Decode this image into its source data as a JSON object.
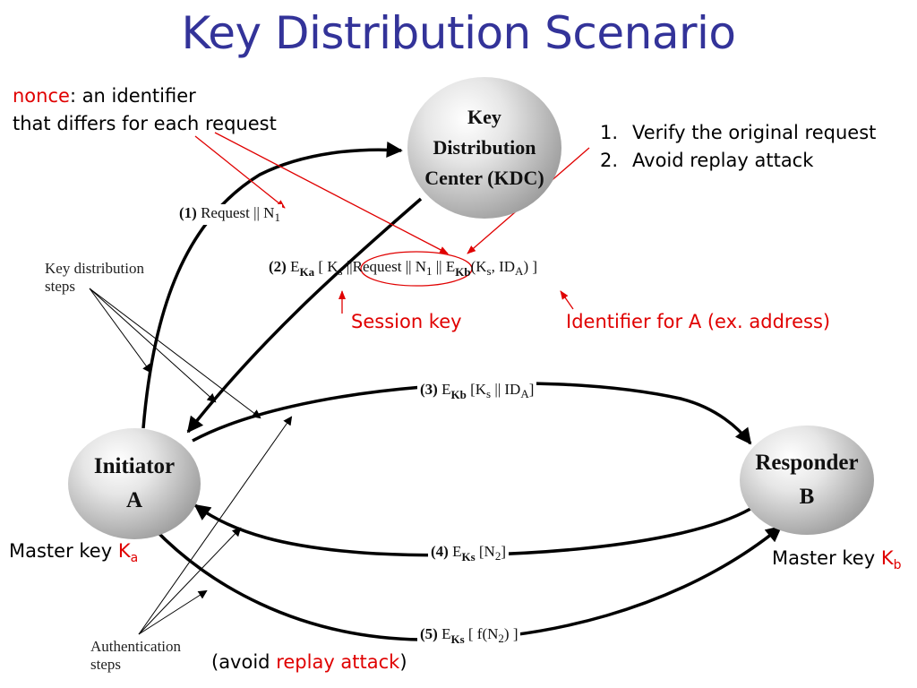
{
  "title": "Key Distribution Scenario",
  "nonce_note": {
    "term": "nonce",
    "rest_line1": ": an identifier",
    "line2": "that differs for each request"
  },
  "verify_list": [
    {
      "num": "1.",
      "text": "Verify the original request"
    },
    {
      "num": "2.",
      "text": "Avoid replay attack"
    }
  ],
  "nodes": {
    "kdc": [
      "Key",
      "Distribution",
      "Center (KDC)"
    ],
    "initiator": [
      "Initiator",
      "A"
    ],
    "responder": [
      "Responder",
      "B"
    ]
  },
  "messages": {
    "m1": {
      "num": "(1)",
      "text": "Request || N",
      "sub": "1"
    },
    "m2": {
      "num": "(2)",
      "e": "E",
      "e_sub": "Ka",
      "open": "[ K",
      "ks_sub": "s",
      "sep": "||",
      "req": "Request || N",
      "req_sub": "1",
      "close_sep": "||",
      "e2": "E",
      "e2_sub": "Kb",
      "tail_a": "(K",
      "tail_sub": "s",
      "tail_b": ", ID",
      "tail_sub2": "A",
      "end": ") ]"
    },
    "m3": {
      "num": "(3)",
      "e": "E",
      "e_sub": "Kb",
      "body": "[K",
      "ks_sub": "s",
      "mid": " || ID",
      "id_sub": "A",
      "end": "]"
    },
    "m4": {
      "num": "(4)",
      "e": "E",
      "e_sub": "Ks",
      "body": "[N",
      "n_sub": "2",
      "end": "]"
    },
    "m5": {
      "num": "(5)",
      "e": "E",
      "e_sub": "Ks",
      "body": "[ f(N",
      "n_sub": "2",
      "end": ") ]"
    }
  },
  "labels": {
    "key_steps": [
      "Key distribution",
      "steps"
    ],
    "auth_steps": [
      "Authentication",
      "steps"
    ],
    "session_key": "Session key",
    "identifier_a": "Identifier for A (ex. address)",
    "master_a": {
      "text": "Master key ",
      "k": "K",
      "sub": "a"
    },
    "master_b": {
      "text": "Master key ",
      "k": "K",
      "sub": "b"
    },
    "avoid": {
      "open": "(avoid ",
      "red": "replay attack",
      "close": ")"
    }
  },
  "colors": {
    "title": "#333399",
    "accent_red": "#e00000",
    "arrow": "#000000"
  }
}
